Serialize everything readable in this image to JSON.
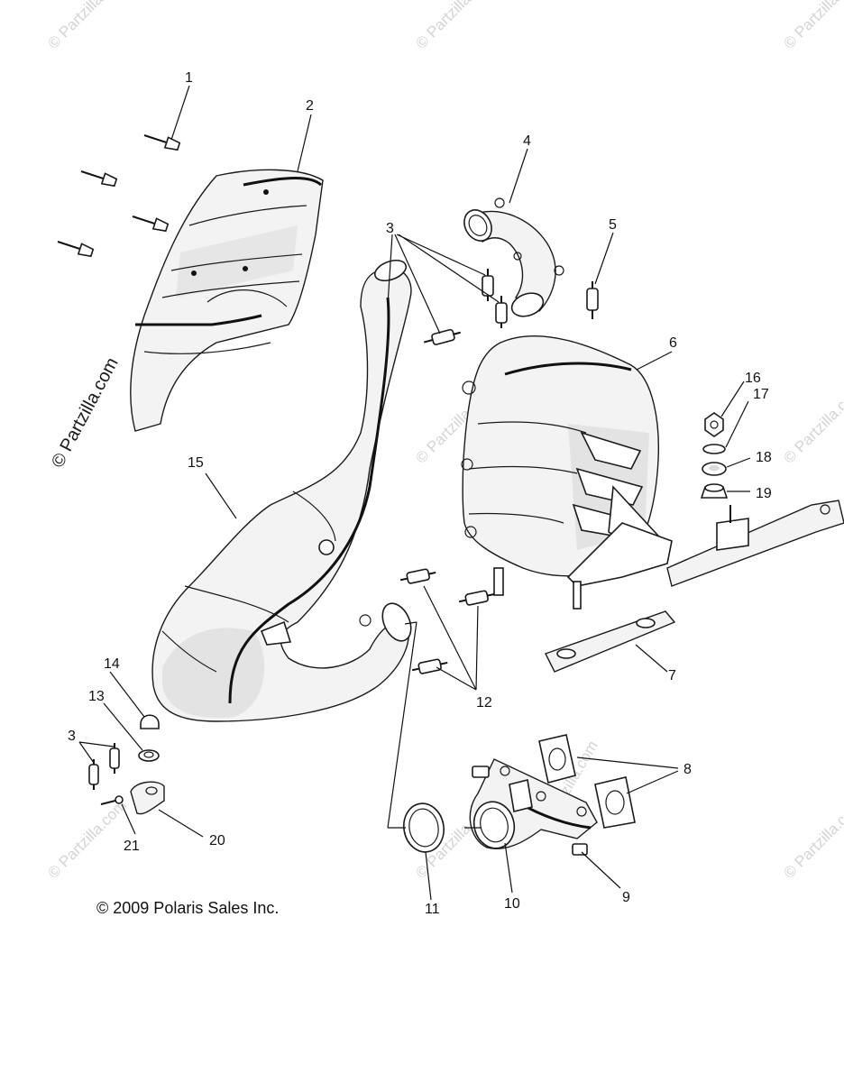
{
  "copyright": "© 2009 Polaris Sales Inc.",
  "watermark": "© Partzilla.com",
  "callouts": {
    "c1": "1",
    "c2": "2",
    "c3a": "3",
    "c3b": "3",
    "c4": "4",
    "c5": "5",
    "c6": "6",
    "c7": "7",
    "c8": "8",
    "c9": "9",
    "c10": "10",
    "c11": "11",
    "c12": "12",
    "c13": "13",
    "c14": "14",
    "c15": "15",
    "c16": "16",
    "c17": "17",
    "c18": "18",
    "c19": "19",
    "c20": "20",
    "c21": "21"
  },
  "colors": {
    "line": "#1a1a1a",
    "watermark": "#d4d4d4",
    "background": "#ffffff"
  }
}
